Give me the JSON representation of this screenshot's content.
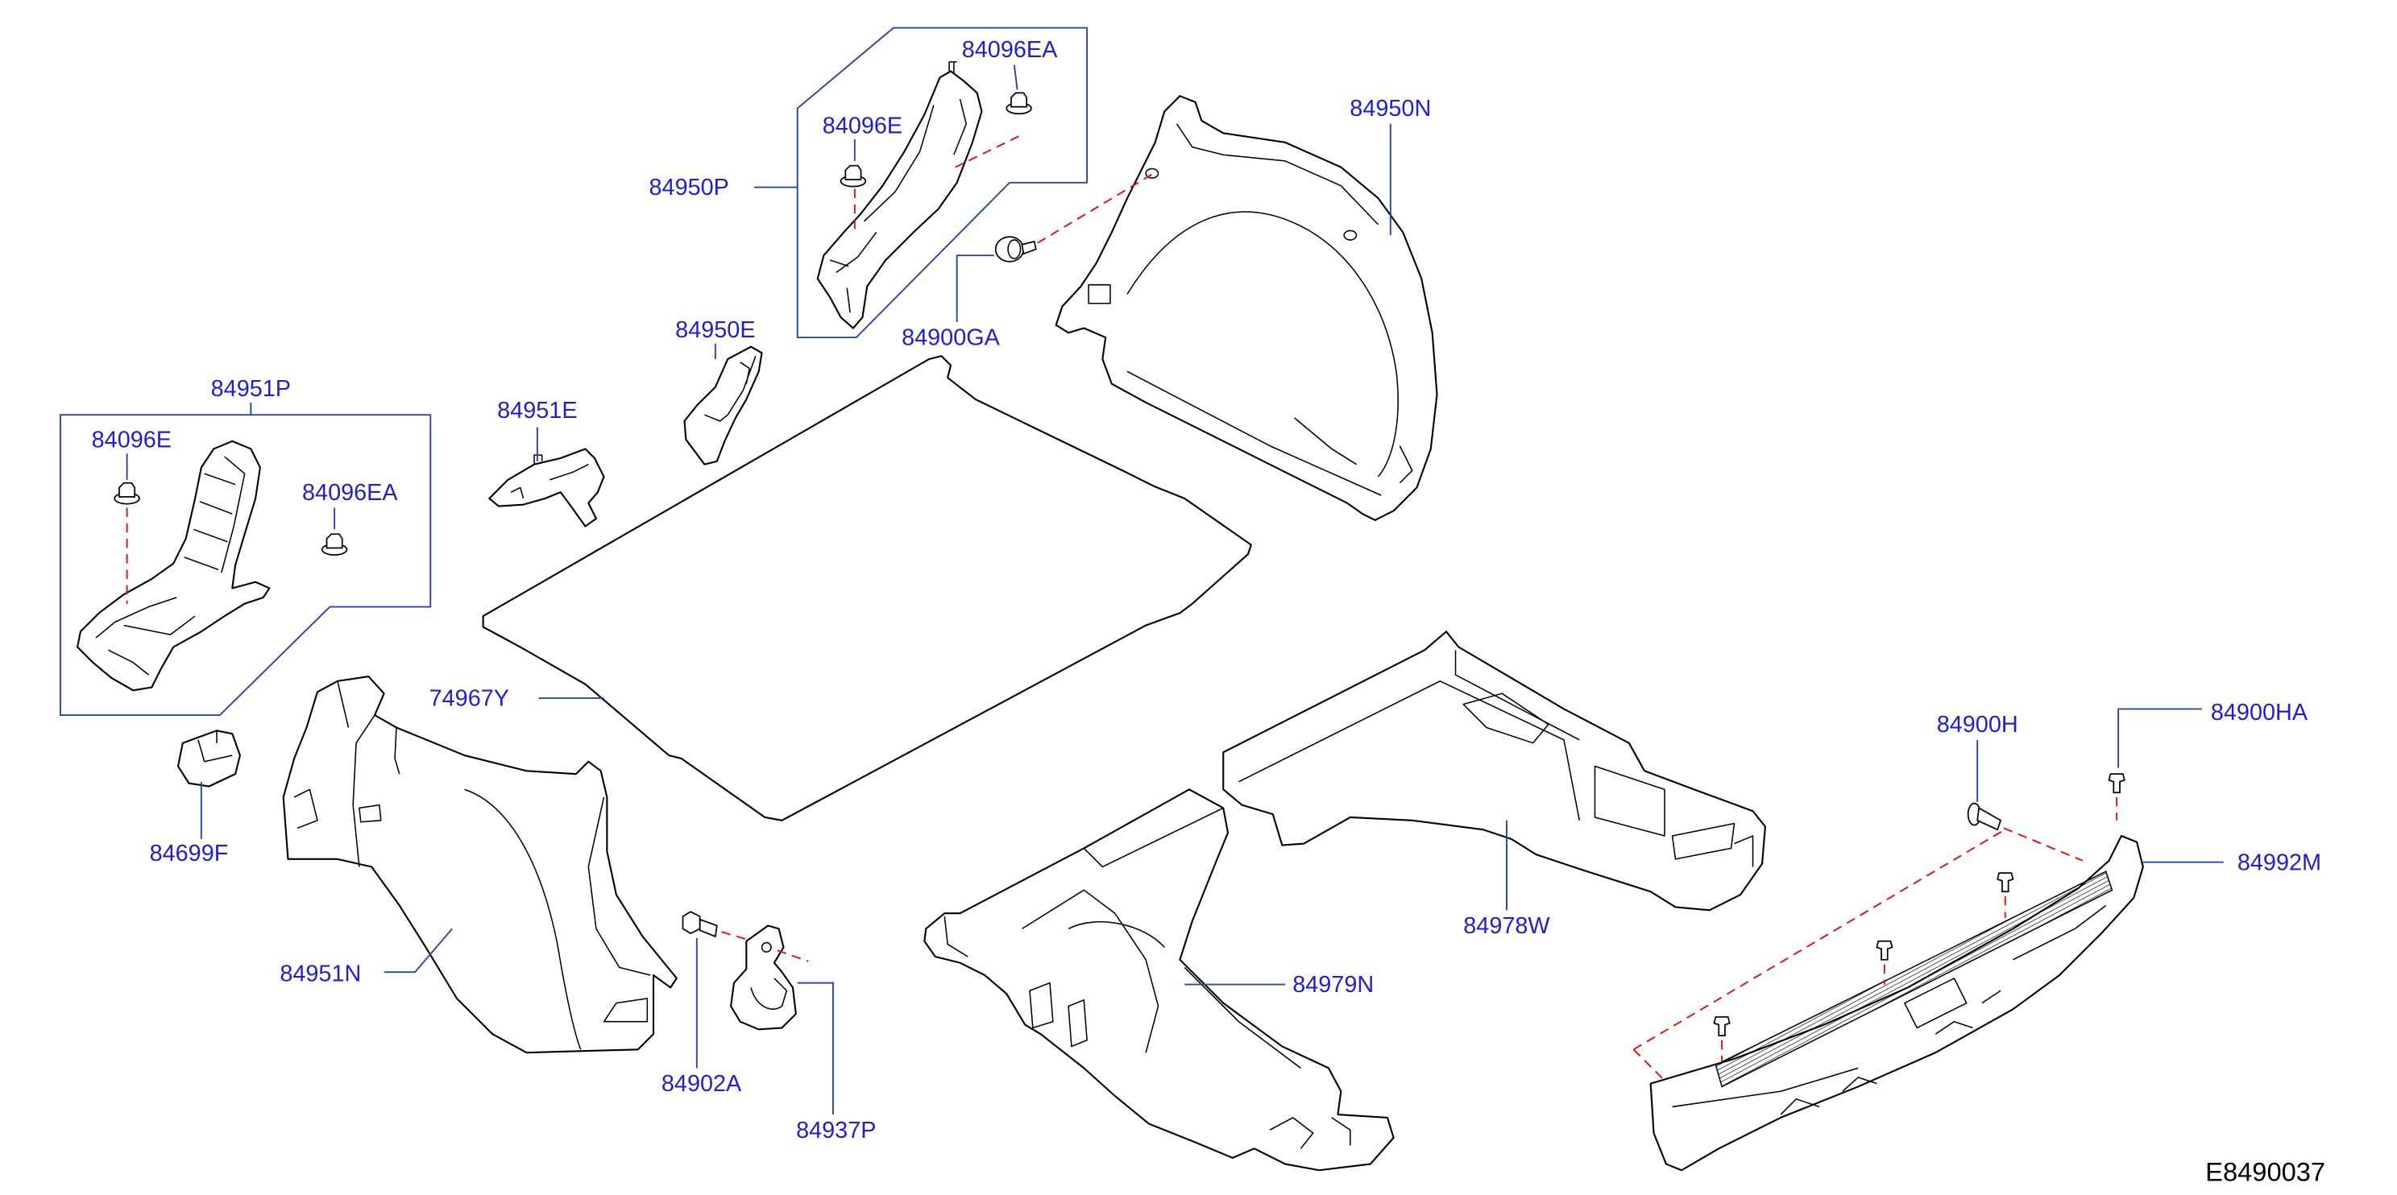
{
  "diagram": {
    "code": "E8490037",
    "callouts": [
      "84096EA",
      "84096E",
      "84950P",
      "84950N",
      "84900GA",
      "84950E",
      "84951P",
      "84096E",
      "84096EA",
      "84951E",
      "74967Y",
      "84699F",
      "84951N",
      "84902A",
      "84937P",
      "84979N",
      "84978W",
      "84900H",
      "84900HA",
      "84992M"
    ]
  },
  "colors": {
    "callout_text": "#1f1fd0",
    "leader_line": "#2a47a8",
    "fastener_path": "#e01010",
    "outline": "#000000",
    "code_text": "#000000"
  }
}
